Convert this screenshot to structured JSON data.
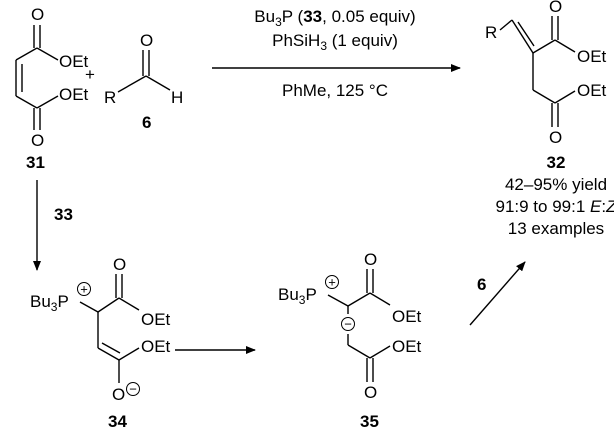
{
  "reactants": {
    "maleate": {
      "label": "31",
      "ester_top": "OEt",
      "ester_bottom": "OEt",
      "o_top": "O",
      "o_bottom": "O"
    },
    "plus": "+",
    "aldehyde": {
      "label": "6",
      "r": "R",
      "h": "H",
      "o": "O"
    }
  },
  "conditions": {
    "line1_a": "Bu",
    "line1_sub": "3",
    "line1_b": "P (",
    "line1_bold": "33",
    "line1_c": ", 0.05 equiv)",
    "line2_a": "PhSiH",
    "line2_sub": "3",
    "line2_b": " (1 equiv)",
    "line3": "PhMe, 125 °C"
  },
  "product": {
    "label": "32",
    "r": "R",
    "ester_top": "OEt",
    "ester_bottom": "OEt",
    "o_top": "O",
    "o_bottom": "O",
    "yield": "42–95% yield",
    "ratio_a": "91:9 to 99:1 ",
    "ratio_e": "E",
    "ratio_colon": ":",
    "ratio_z": "Z",
    "examples": "13 examples"
  },
  "step_catalyst_label": "33",
  "intermediate34": {
    "label": "34",
    "bu": "Bu",
    "sub": "3",
    "p": "P",
    "plus": "+",
    "ester": "OEt",
    "enol": "OEt",
    "o_top": "O",
    "o_minus": "O",
    "minus": "−"
  },
  "intermediate35": {
    "label": "35",
    "bu": "Bu",
    "sub": "3",
    "p": "P",
    "plus": "+",
    "minus": "−",
    "ester_top": "OEt",
    "ester_bottom": "OEt",
    "o_top": "O",
    "o_bottom": "O"
  },
  "step_aldehyde_label": "6"
}
